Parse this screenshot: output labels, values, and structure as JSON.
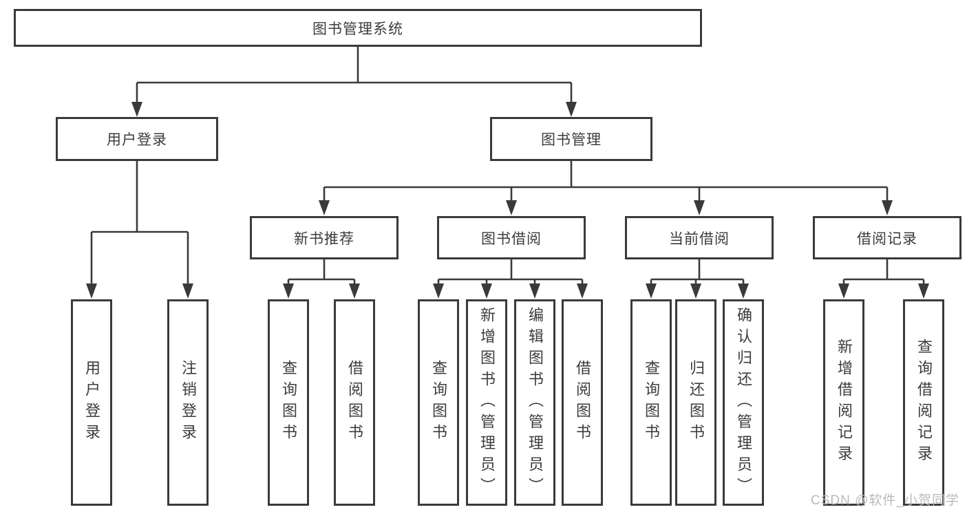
{
  "title": "图书管理系统",
  "user_login": {
    "label": "用户登录",
    "children": [
      "用户登录",
      "注销登录"
    ]
  },
  "book_mgmt": {
    "label": "图书管理",
    "sections": [
      {
        "label": "新书推荐",
        "children": [
          "查询图书",
          "借阅图书"
        ]
      },
      {
        "label": "图书借阅",
        "children": [
          "查询图书",
          "新增图书（管理员）",
          "编辑图书（管理员）",
          "借阅图书"
        ]
      },
      {
        "label": "当前借阅",
        "children": [
          "查询图书",
          "归还图书",
          "确认归还（管理员）"
        ]
      },
      {
        "label": "借阅记录",
        "children": [
          "新增借阅记录",
          "查询借阅记录"
        ]
      }
    ]
  },
  "watermark": "CSDN @软件_小贺同学",
  "colors": {
    "line": "#3a3a3a",
    "text": "#3c3c3c",
    "watermark": "#b9b9b9",
    "background": "#ffffff"
  }
}
